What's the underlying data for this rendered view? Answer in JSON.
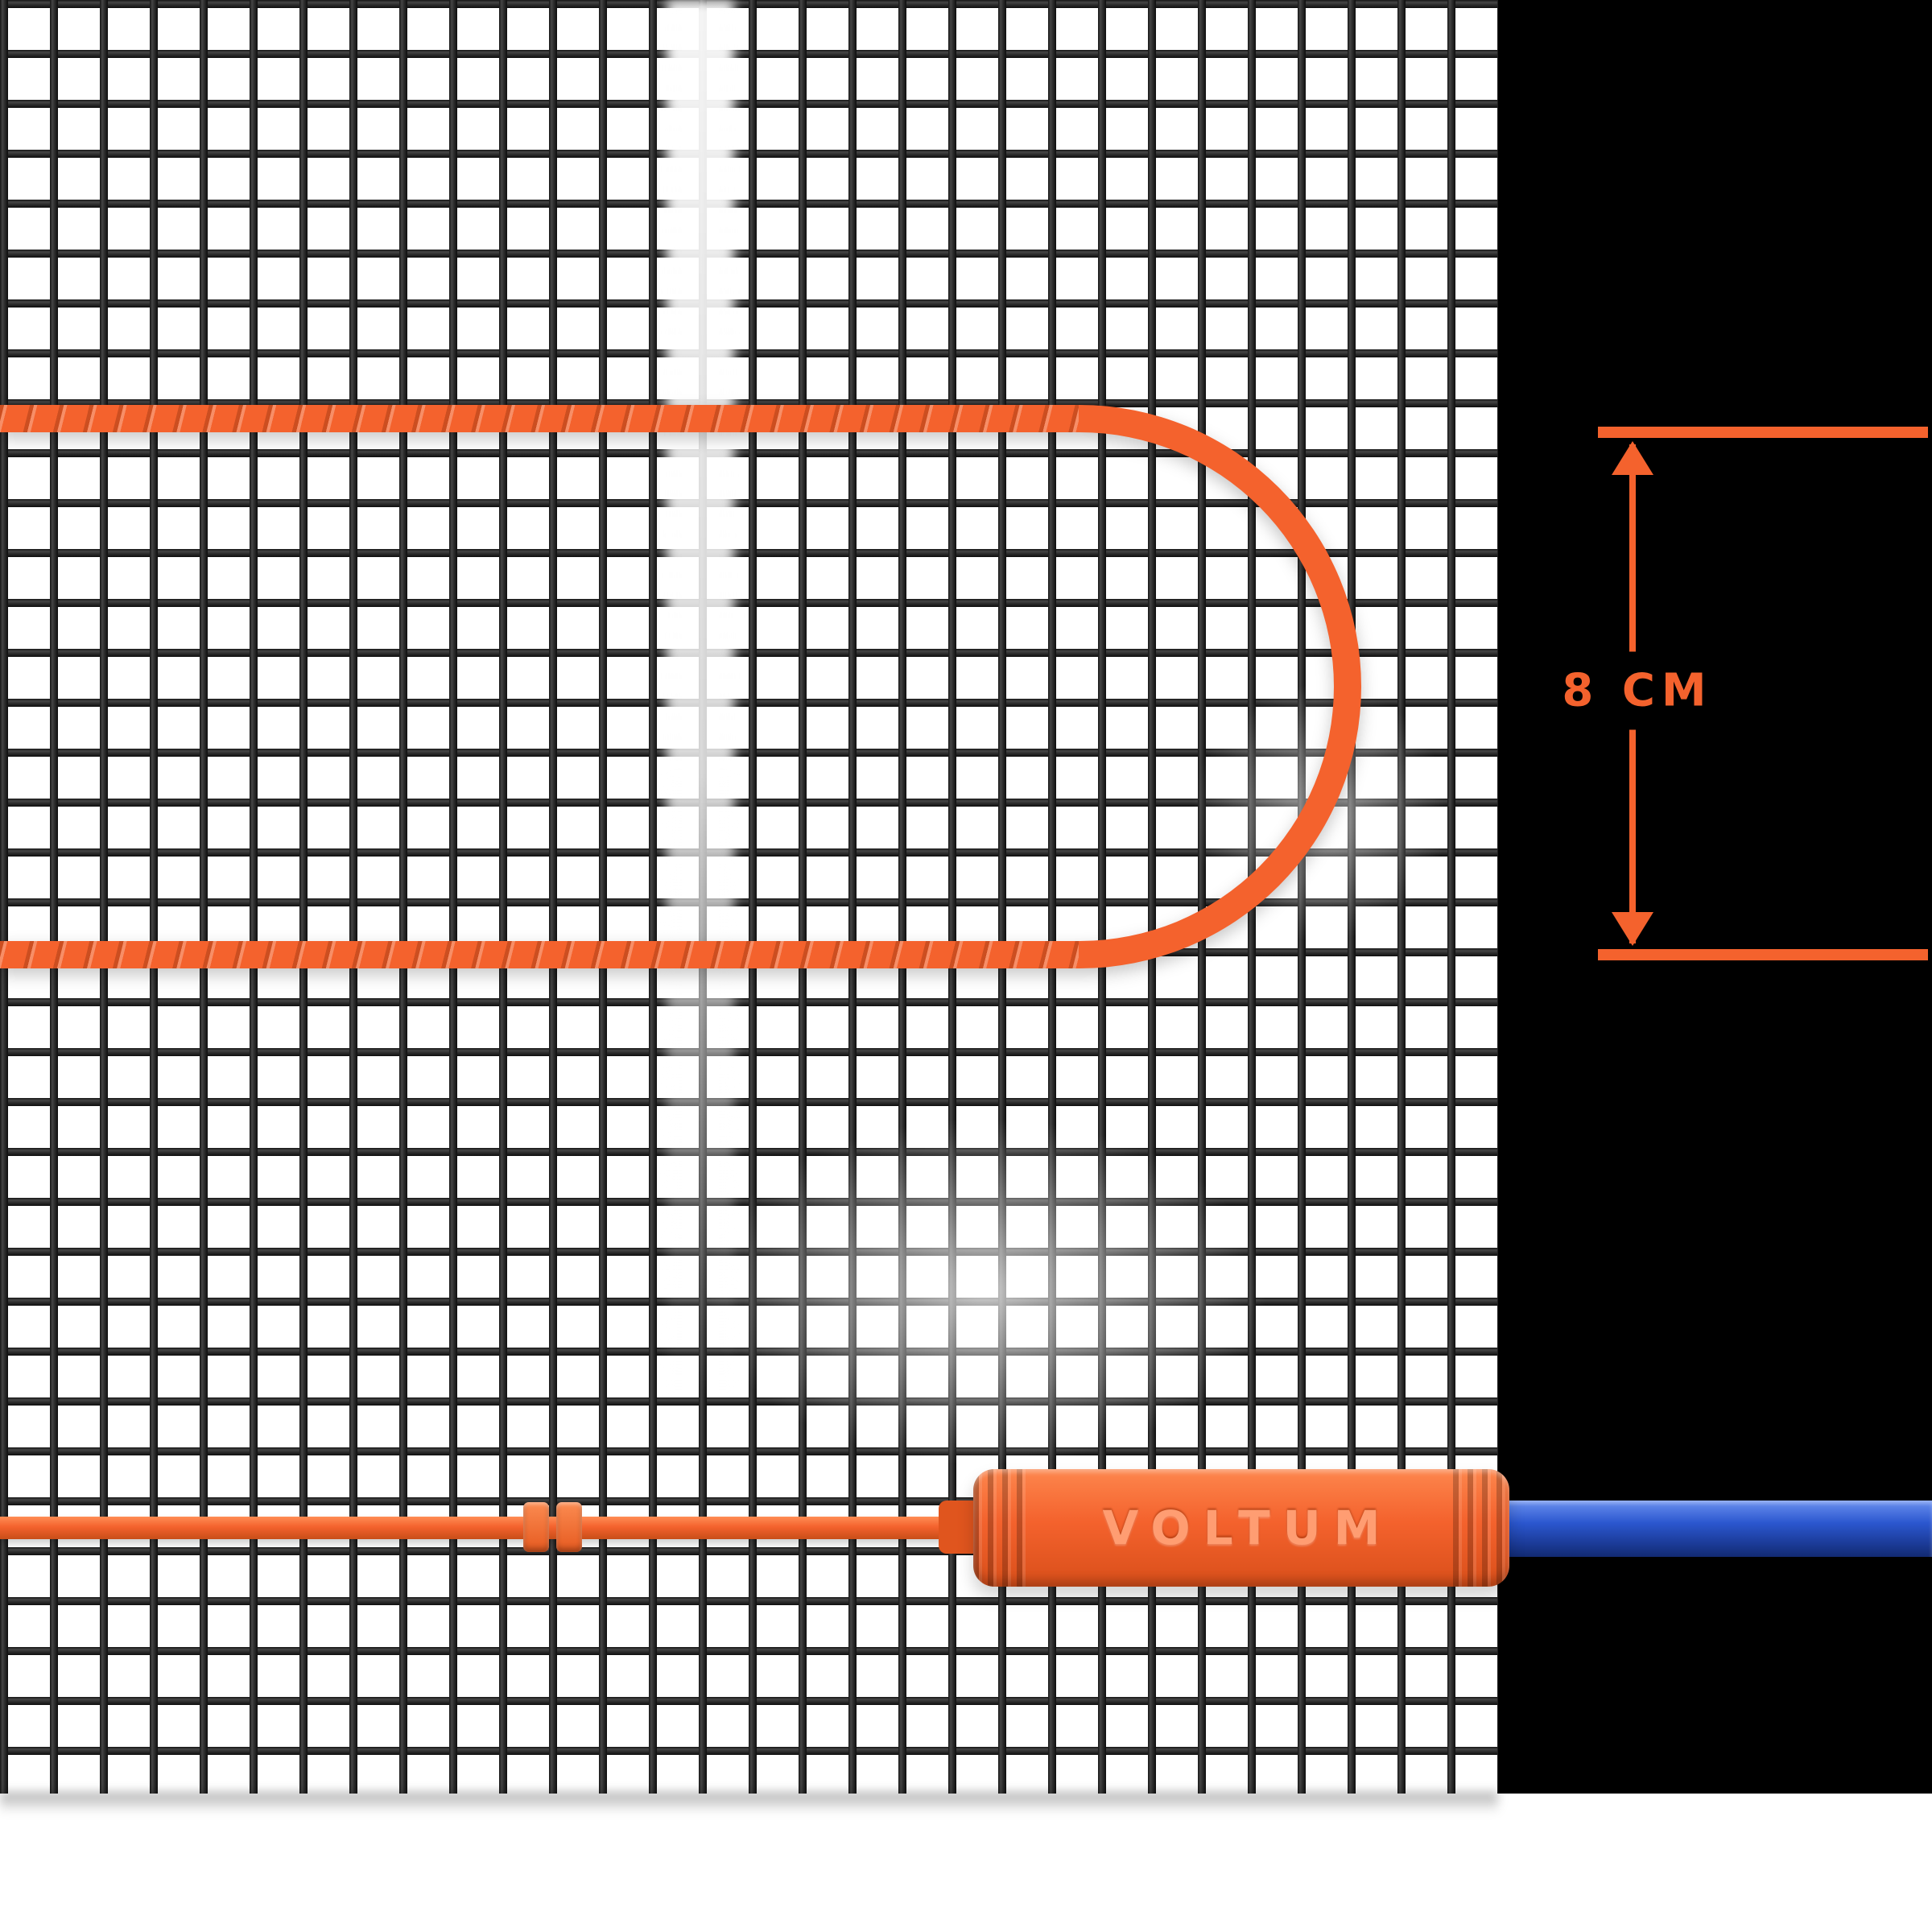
{
  "scene": {
    "colors": {
      "accent_orange": "#F4622D",
      "cable_blue": "#2B57CF",
      "mesh_dark": "#262626",
      "panel_black": "#000000",
      "background_white": "#FFFFFF"
    }
  },
  "dimension": {
    "label": "8 CM",
    "arrow_up_icon": "arrow-up",
    "arrow_down_icon": "arrow-down"
  },
  "connector": {
    "brand_label": "VOLTUM"
  }
}
